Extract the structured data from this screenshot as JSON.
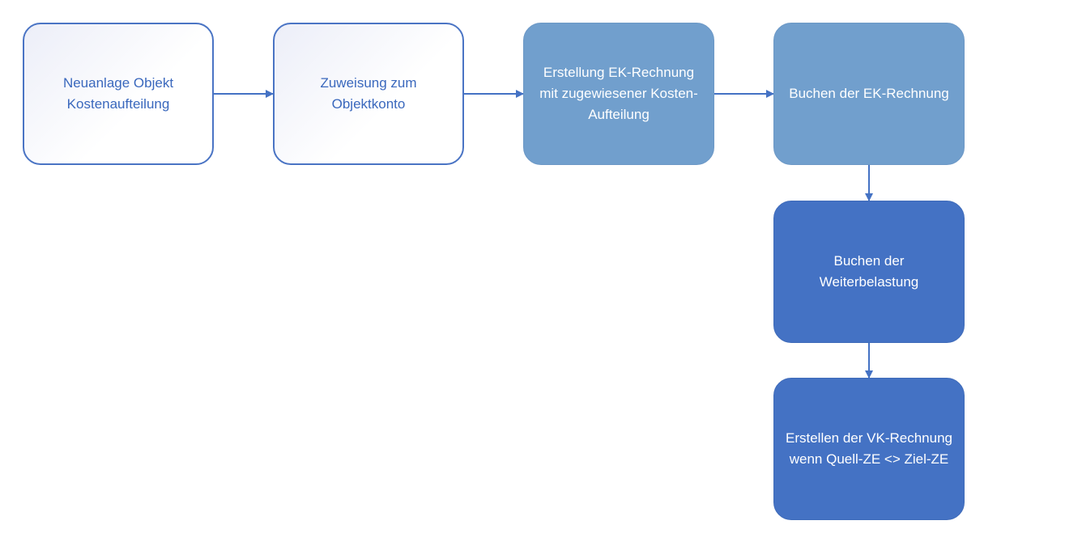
{
  "diagram": {
    "colors": {
      "outline_border": "#4a74c4",
      "outline_text": "#3a68bd",
      "light_fill": "#719fcd",
      "dark_fill": "#4472c4",
      "connector": "#4472c4"
    },
    "nodes": [
      {
        "id": "n1",
        "style": "outline",
        "label": "Neuanlage Objekt Kostenaufteilung"
      },
      {
        "id": "n2",
        "style": "outline",
        "label": "Zuweisung zum Objektkonto"
      },
      {
        "id": "n3",
        "style": "light",
        "label": "Erstellung EK-Rechnung mit zugewiesener Kosten-Aufteilung"
      },
      {
        "id": "n4",
        "style": "light",
        "label": "Buchen der EK-Rechnung"
      },
      {
        "id": "n5",
        "style": "dark",
        "label": "Buchen der Weiterbelastung"
      },
      {
        "id": "n6",
        "style": "dark",
        "label": "Erstellen der VK-Rechnung wenn Quell-ZE <> Ziel-ZE"
      }
    ],
    "edges": [
      {
        "from": "n1",
        "to": "n2"
      },
      {
        "from": "n2",
        "to": "n3"
      },
      {
        "from": "n3",
        "to": "n4"
      },
      {
        "from": "n4",
        "to": "n5"
      },
      {
        "from": "n5",
        "to": "n6"
      }
    ]
  }
}
